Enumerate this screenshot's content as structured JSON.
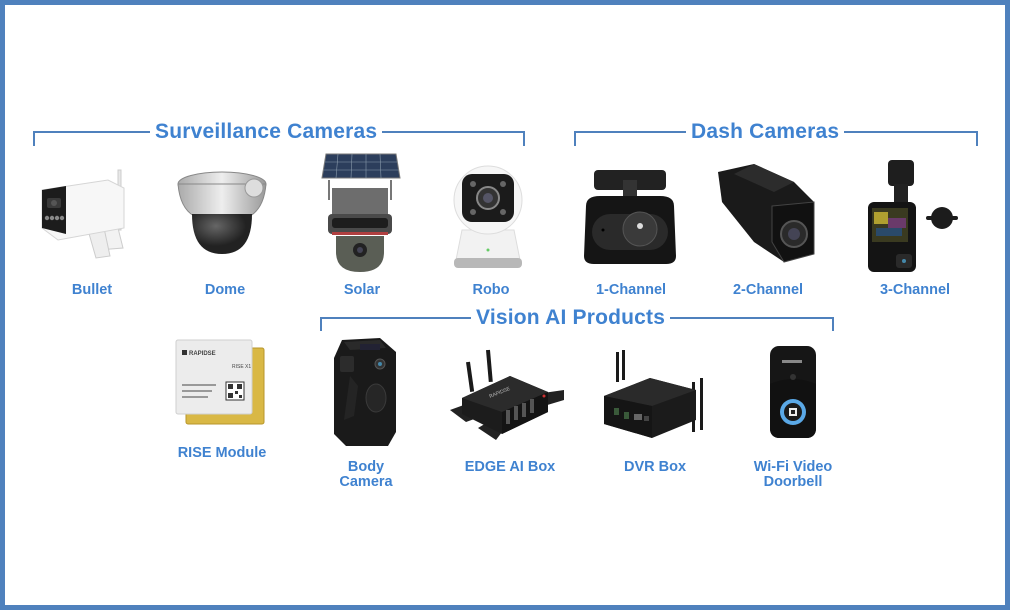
{
  "frame": {
    "border_color": "#4f81bd",
    "text_color": "#3f82d0"
  },
  "sections": {
    "surveillance": {
      "title": "Surveillance Cameras",
      "items": [
        {
          "label": "Bullet",
          "icon": "bullet-camera-icon"
        },
        {
          "label": "Dome",
          "icon": "dome-camera-icon"
        },
        {
          "label": "Solar",
          "icon": "solar-camera-icon"
        },
        {
          "label": "Robo",
          "icon": "robo-camera-icon"
        }
      ]
    },
    "dash": {
      "title": "Dash Cameras",
      "items": [
        {
          "label": "1-Channel",
          "icon": "dash-1-channel-icon"
        },
        {
          "label": "2-Channel",
          "icon": "dash-2-channel-icon"
        },
        {
          "label": "3-Channel",
          "icon": "dash-3-channel-icon"
        }
      ]
    },
    "vision": {
      "title": "Vision AI Products",
      "items": [
        {
          "label_line1": "Body",
          "label_line2": "Camera",
          "icon": "body-camera-icon"
        },
        {
          "label": "EDGE AI Box",
          "icon": "edge-ai-box-icon"
        },
        {
          "label": "DVR Box",
          "icon": "dvr-box-icon"
        },
        {
          "label_line1": "Wi-Fi Video",
          "label_line2": "Doorbell",
          "icon": "doorbell-icon"
        }
      ]
    },
    "module": {
      "label": "RISE Module",
      "chip_brand": "RAPIDSE",
      "chip_model": "RISE X1"
    }
  }
}
